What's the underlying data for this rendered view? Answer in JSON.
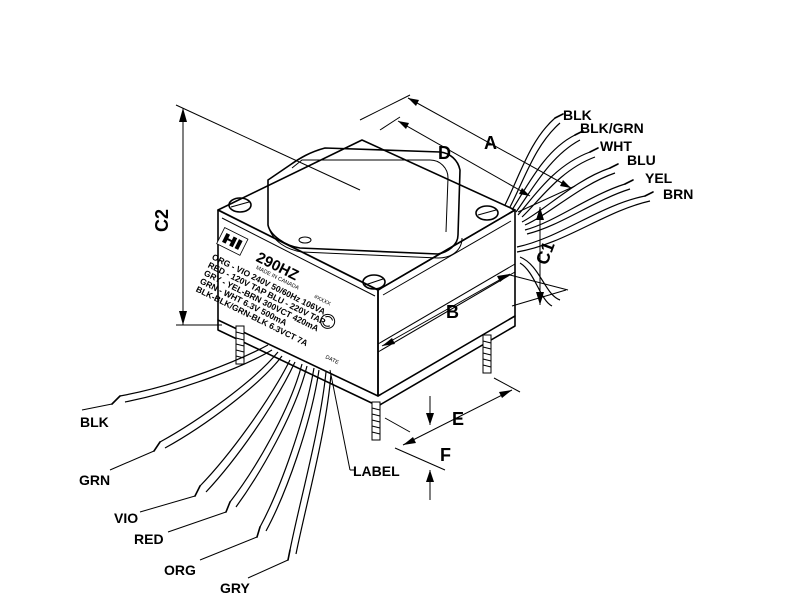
{
  "top_wires": [
    "BLK",
    "BLK/GRN",
    "WHT",
    "BLU",
    "YEL",
    "BRN"
  ],
  "bottom_wires": [
    "BLK",
    "GRN",
    "VIO",
    "RED",
    "ORG",
    "GRY"
  ],
  "dimensions": {
    "a": "A",
    "b": "B",
    "c1": "C1",
    "c2": "C2",
    "d": "D",
    "e": "E",
    "f": "F"
  },
  "label_callout": "LABEL",
  "nameplate": {
    "model": "290HZ",
    "origin": "MADE IN CANADA",
    "code": "#XXXX",
    "lines": [
      "ORG - VIO 240V 50/60Hz 106VA",
      "RED - 120V TAP BLU - 220V TAP",
      "GRY - YEL-BRN 300VCT 420mA",
      "GRN - WHT 6.3V 500mA",
      "BLK-BLK/GRN-BLK 6.3VCT 7A"
    ],
    "date": "DATE"
  }
}
